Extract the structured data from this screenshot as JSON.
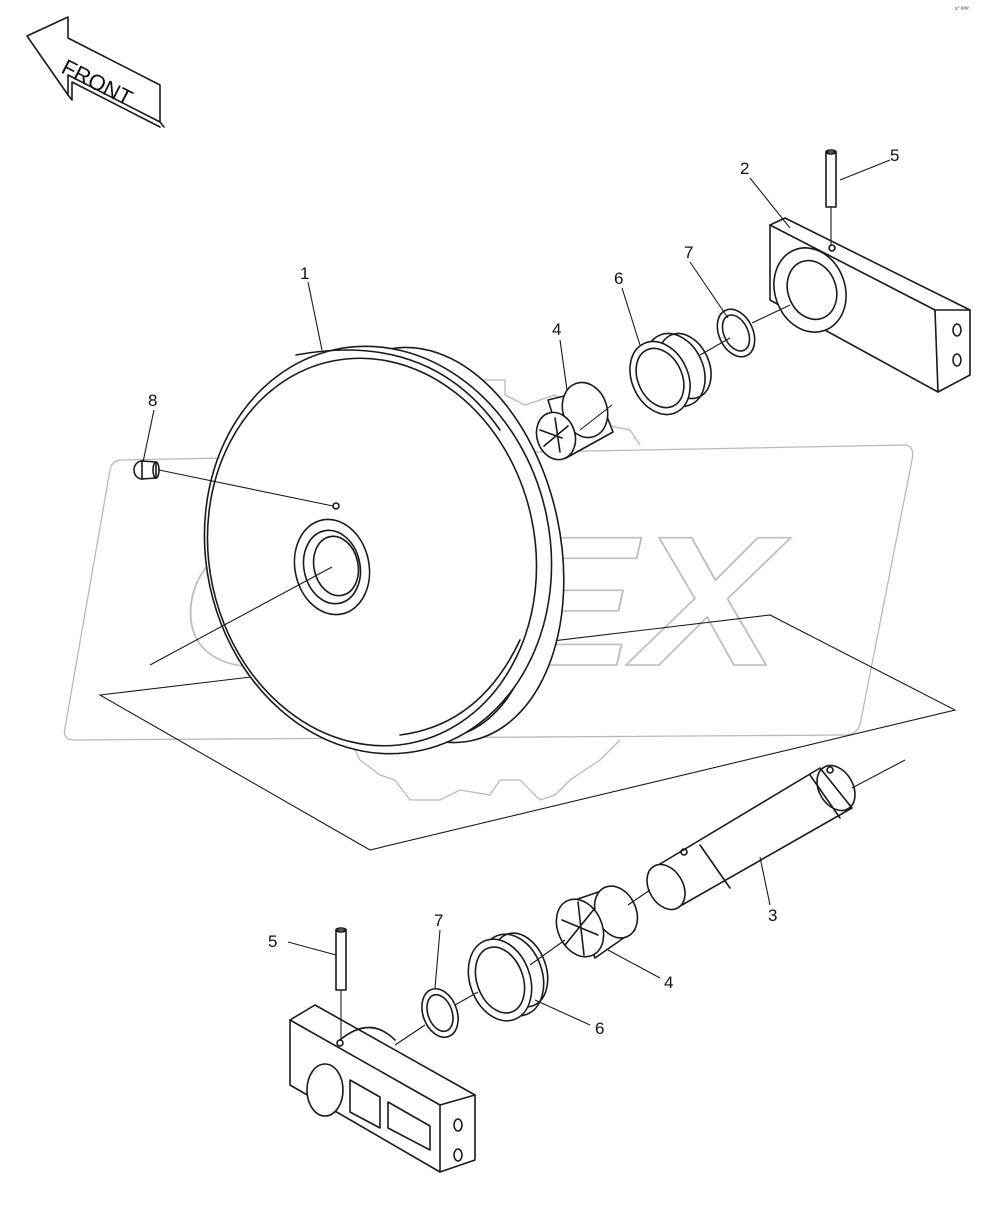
{
  "front_arrow_label": "FRONT",
  "watermark_text": "OPEX",
  "corner_mark": "x° ###",
  "callouts": {
    "c1": "1",
    "c2": "2",
    "c3": "3",
    "c4_upper": "4",
    "c4_lower": "4",
    "c5_upper": "5",
    "c5_lower": "5",
    "c6_upper": "6",
    "c6_lower": "6",
    "c7_upper": "7",
    "c7_lower": "7",
    "c8": "8"
  },
  "parts": [
    {
      "number": "1",
      "name": "idler-wheel"
    },
    {
      "number": "2",
      "name": "bearing-block"
    },
    {
      "number": "3",
      "name": "shaft"
    },
    {
      "number": "4",
      "name": "bushing"
    },
    {
      "number": "5",
      "name": "pin"
    },
    {
      "number": "6",
      "name": "seal"
    },
    {
      "number": "7",
      "name": "o-ring"
    },
    {
      "number": "8",
      "name": "plug"
    }
  ]
}
